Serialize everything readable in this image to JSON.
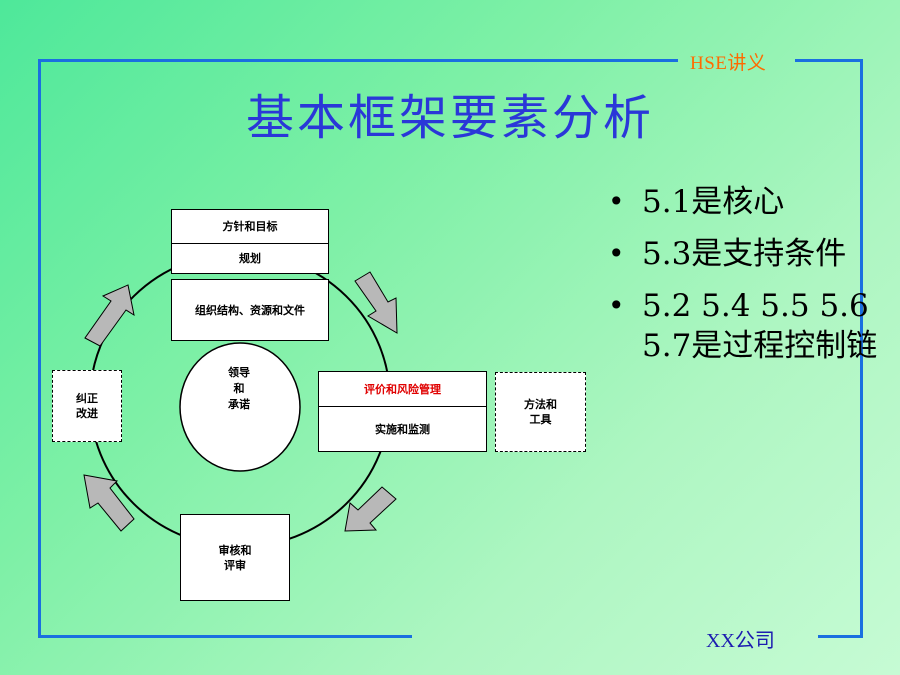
{
  "header": {
    "tag": "HSE讲义",
    "title": "基本框架要素分析"
  },
  "footer": {
    "company": "XX公司"
  },
  "bullets": [
    {
      "text": "5.1是核心"
    },
    {
      "text": "5.3是支持条件"
    },
    {
      "text": "5.2 5.4 5.5 5.6 5.7是过程控制链"
    }
  ],
  "diagram": {
    "policy": "方针和目标",
    "planning": "规划",
    "organization": "组织结构、资源和文件",
    "leadership": "领导\n和\n承诺",
    "risk": "评价和风险管理",
    "implementation": "实施和监测",
    "corrective": "纠正\n改进",
    "tools": "方法和\n工具",
    "audit": "审核和\n评审"
  },
  "colors": {
    "frame": "#1a6fe0",
    "title": "#2a37d8",
    "tag": "#ff6a00",
    "risk_text": "#e00000",
    "arrow_fill": "#b8b8b8"
  }
}
